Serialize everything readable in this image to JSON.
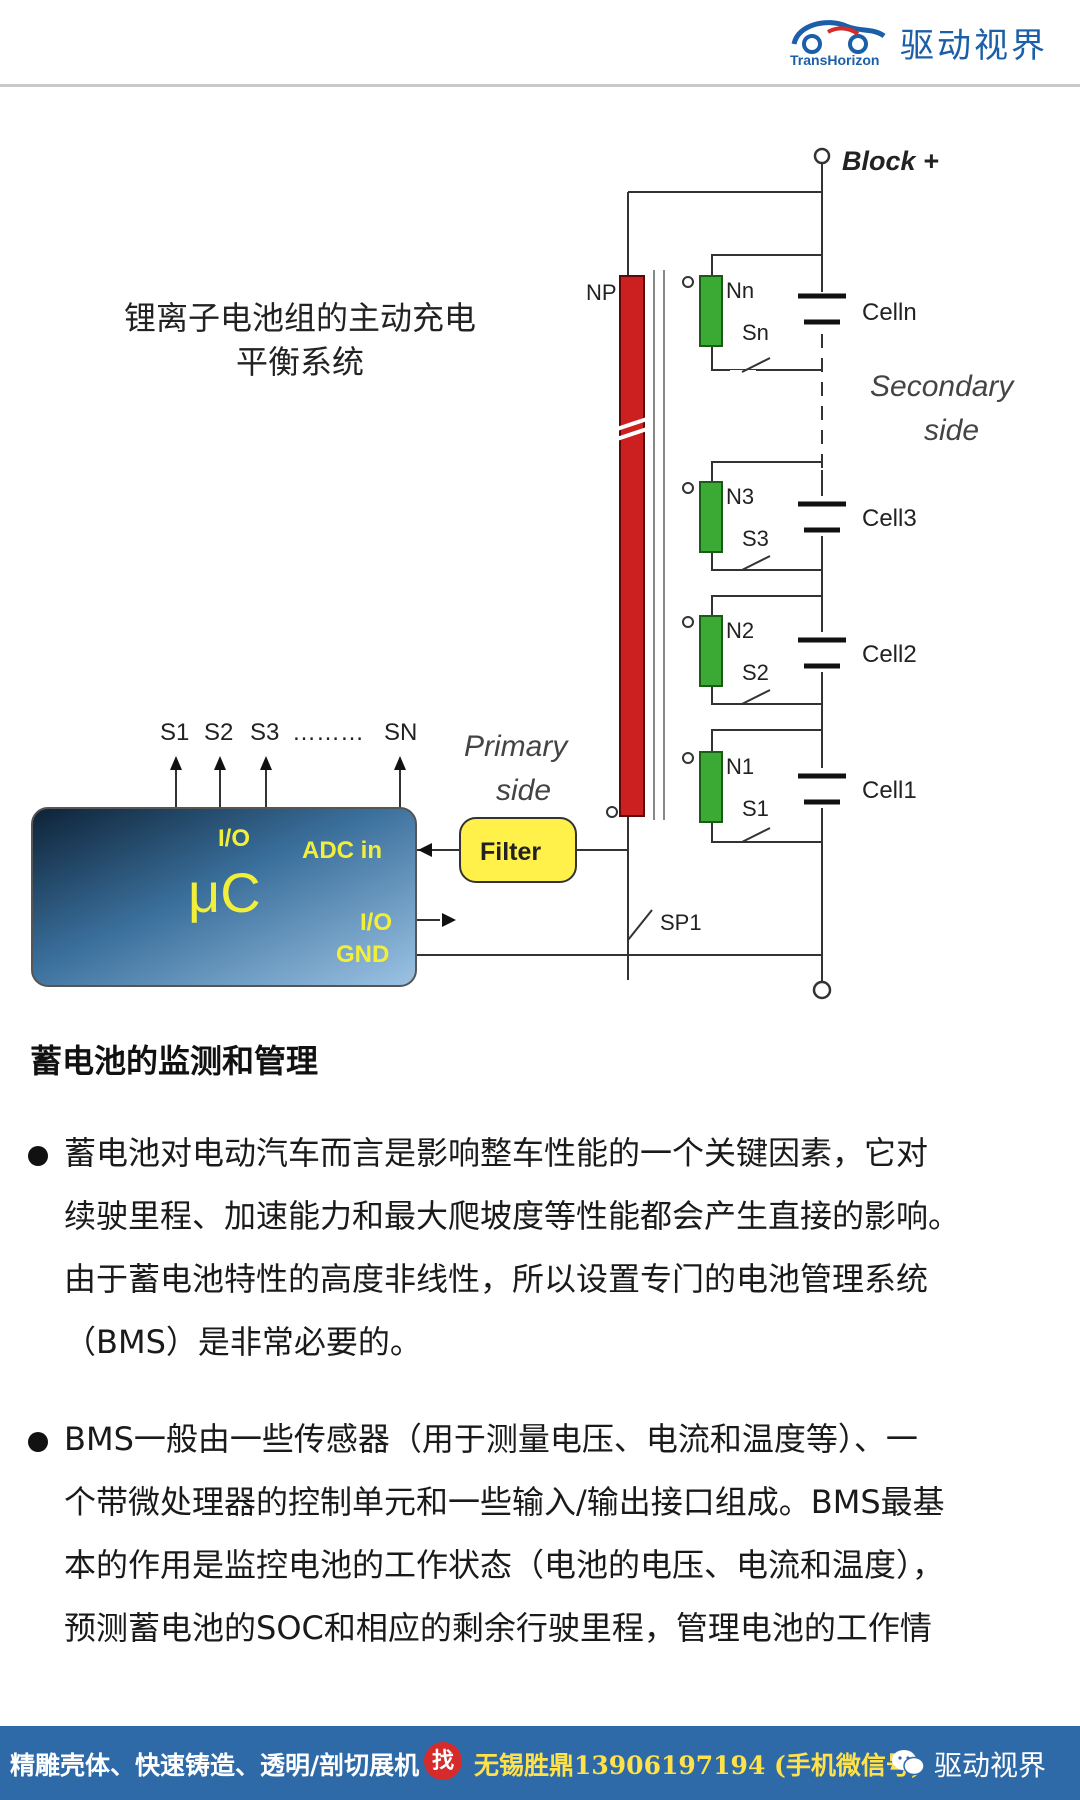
{
  "header": {
    "brand_cn": "驱动视界",
    "brand_en": "TransHorizon"
  },
  "diagram": {
    "caption_line1": "锂离子电池组的主动充电",
    "caption_line2": "平衡系统",
    "block_plus": "Block +",
    "primary_winding": "NP",
    "secondary_side_line1": "Secondary",
    "secondary_side_line2": "side",
    "primary_side_line1": "Primary",
    "primary_side_line2": "side",
    "cells": [
      {
        "winding": "Nn",
        "switch": "Sn",
        "cell": "Celln"
      },
      {
        "winding": "N3",
        "switch": "S3",
        "cell": "Cell3"
      },
      {
        "winding": "N2",
        "switch": "S2",
        "cell": "Cell2"
      },
      {
        "winding": "N1",
        "switch": "S1",
        "cell": "Cell1"
      }
    ],
    "outputs": [
      "S1",
      "S2",
      "S3",
      "SN"
    ],
    "outputs_ellipsis": "………",
    "filter_label": "Filter",
    "mcu_label": "μC",
    "mcu_io_top": "I/O",
    "mcu_adc": "ADC in",
    "mcu_io_bottom": "I/O",
    "mcu_gnd": "GND",
    "primary_switch": "SP1",
    "colors": {
      "primary_coil": "#cc1f1f",
      "secondary_coil": "#3aaa35",
      "filter_fill": "#fff04a",
      "mcu_fill": "#3f6f98",
      "mcu_text": "#f2ef3a"
    }
  },
  "section": {
    "heading": "蓄电池的监测和管理"
  },
  "bullets": [
    {
      "lines": [
        "蓄电池对电动汽车而言是影响整车性能的一个关键因素，它对",
        "续驶里程、加速能力和最大爬坡度等性能都会产生直接的影响。",
        "由于蓄电池特性的高度非线性，所以设置专门的电池管理系统",
        "（BMS）是非常必要的。"
      ]
    },
    {
      "lines": [
        "BMS一般由一些传感器（用于测量电压、电流和温度等）、一",
        "个带微处理器的控制单元和一些输入/输出接口组成。BMS最基",
        "本的作用是监控电池的工作状态（电池的电压、电流和温度），",
        "预测蓄电池的SOC和相应的剩余行驶里程，管理电池的工作情"
      ]
    }
  ],
  "footer": {
    "left_text": "精雕壳体、快速铸造、透明/剖切展机",
    "badge": "找",
    "contact": "无锡胜鼎13906197194 (手机微信号)",
    "right_text": "驱动视界"
  }
}
